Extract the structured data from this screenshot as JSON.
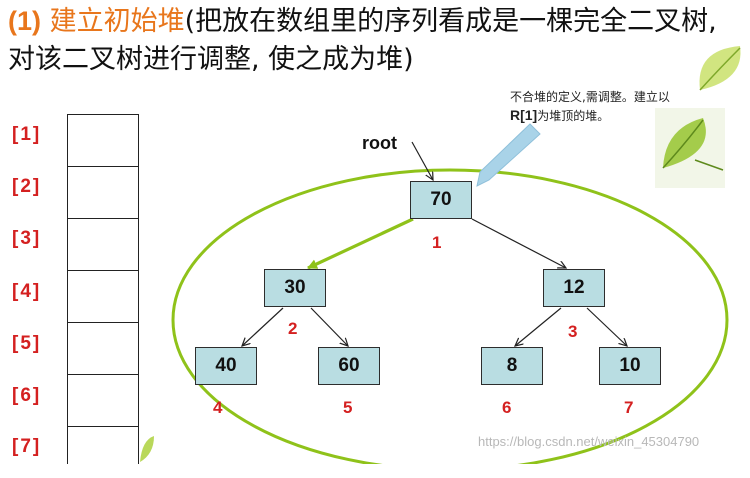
{
  "heading": {
    "number": "(1)",
    "title": "建立初始堆",
    "description": "(把放在数组里的序列看成是一棵完全二叉树, 对该二叉树进行调整, 使之成为堆)"
  },
  "array": {
    "indices": [
      "[1]",
      "[2]",
      "[3]",
      "[4]",
      "[5]",
      "[6]",
      "[7]"
    ]
  },
  "tree": {
    "root_label": "root",
    "nodes": [
      {
        "value": "70",
        "index": "1"
      },
      {
        "value": "30",
        "index": "2"
      },
      {
        "value": "12",
        "index": "3"
      },
      {
        "value": "40",
        "index": "4"
      },
      {
        "value": "60",
        "index": "5"
      },
      {
        "value": "8",
        "index": "6"
      },
      {
        "value": "10",
        "index": "7"
      }
    ]
  },
  "note": {
    "line_1": "不合堆的定义,需调整。建立以",
    "emphasis": "R[1]",
    "line_2": "为堆顶的堆。"
  },
  "watermark": "https://blog.csdn.net/weixin_45304790",
  "colors": {
    "heading_accent": "#e8761c",
    "index_red": "#d42020",
    "node_fill": "#b9dde2",
    "ellipse_green": "#8fc21a",
    "callout_blue": "#a9d3e8"
  }
}
